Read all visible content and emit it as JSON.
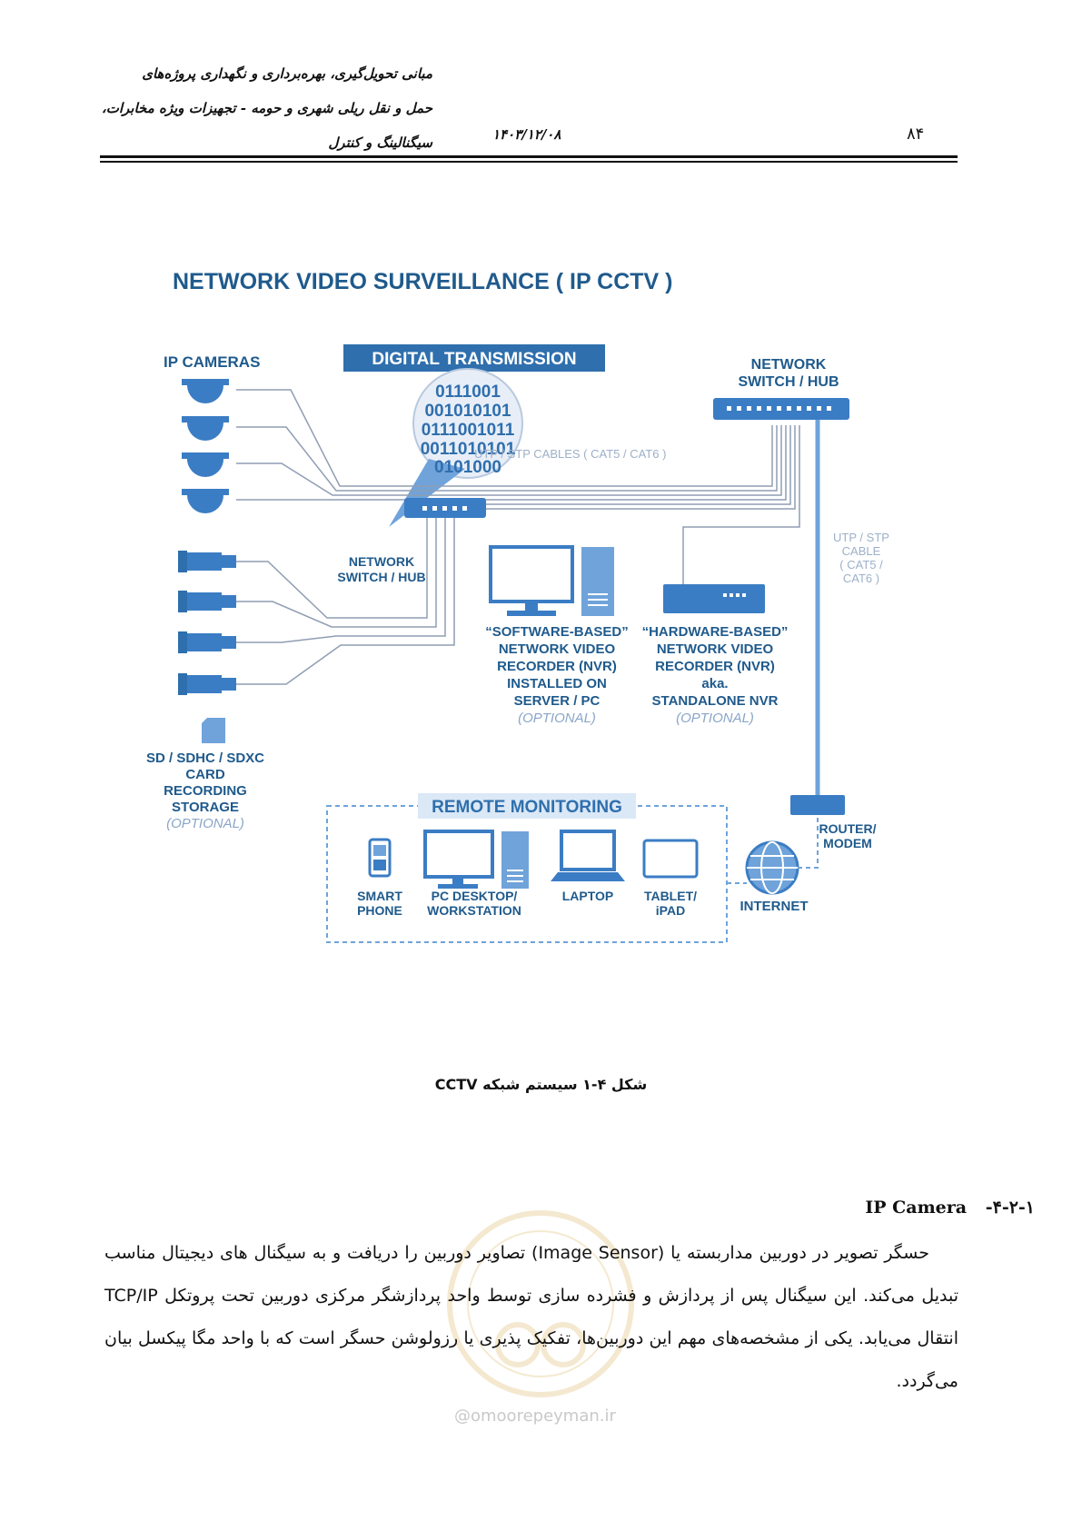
{
  "header": {
    "title_line1": "مبانی تحویل‌گیری، بهره‌برداری و نگهداری پروژه‌های",
    "title_line2": "حمل و نقل ریلی شهری و حومه - تجهیزات ویژه مخابرات،",
    "title_line3": "سیگنالینگ و کنترل",
    "date": "۱۴۰۳/۱۲/۰۸",
    "page_number": "۸۴"
  },
  "figure": {
    "title": "NETWORK VIDEO SURVEILLANCE  ( IP CCTV )",
    "digital_transmission": "DIGITAL TRANSMISSION",
    "binary_lines": [
      "0111001",
      "001010101",
      "0111001011",
      "0011010101",
      "0101000"
    ],
    "ip_cameras": "IP CAMERAS",
    "network_switch_main": [
      "NETWORK",
      "SWITCH / HUB"
    ],
    "network_switch_small": [
      "NETWORK",
      "SWITCH / HUB"
    ],
    "cables_label": "UTP / STP CABLES ( CAT5 / CAT6 )",
    "uplink_cable": [
      "UTP / STP",
      "CABLE",
      "( CAT5 /",
      "CAT6 )"
    ],
    "software_nvr": [
      "“SOFTWARE-BASED”",
      "NETWORK VIDEO",
      "RECORDER (NVR)",
      "INSTALLED ON",
      "SERVER / PC"
    ],
    "software_nvr_opt": "(OPTIONAL)",
    "hardware_nvr": [
      "“HARDWARE-BASED”",
      "NETWORK VIDEO",
      "RECORDER (NVR)",
      "aka.",
      "STANDALONE NVR"
    ],
    "hardware_nvr_opt": "(OPTIONAL)",
    "sd_card": [
      "SD / SDHC / SDXC",
      "CARD",
      "RECORDING",
      "STORAGE"
    ],
    "sd_card_opt": "(OPTIONAL)",
    "remote_monitoring": "REMOTE MONITORING",
    "smart_phone": [
      "SMART",
      "PHONE"
    ],
    "pc_desktop": [
      "PC DESKTOP/",
      "WORKSTATION"
    ],
    "laptop": "LAPTOP",
    "tablet": [
      "TABLET/",
      "iPAD"
    ],
    "internet": "INTERNET",
    "router": [
      "ROUTER/",
      "MODEM"
    ],
    "colors": {
      "primary": "#3b7dc4",
      "dark": "#1f5a8c",
      "light": "#8aa6c8",
      "line": "#7f8fa8"
    }
  },
  "caption": "شکل ۴-۱ سیستم شبکه CCTV",
  "section": {
    "number": "۴-۲-۱-",
    "title": "IP Camera"
  },
  "paragraph": "حسگر تصویر در دوربین مداربسته یا (Image Sensor) تصاویر دوربین را دریافت و به سیگنال های دیجیتال مناسب تبدیل می‌کند. این سیگنال پس از پردازش و فشرده سازی توسط واحد پردازشگر مرکزی دوربین تحت پروتکل TCP/IP انتقال می‌یابد. یکی از مشخصه‌های مهم این دوربین‌ها، تفکیک پذیری یا رزولوشن حسگر است که با واحد مگا پیکسل بیان می‌گردد.",
  "watermark": "@omoorepeyman.ir"
}
